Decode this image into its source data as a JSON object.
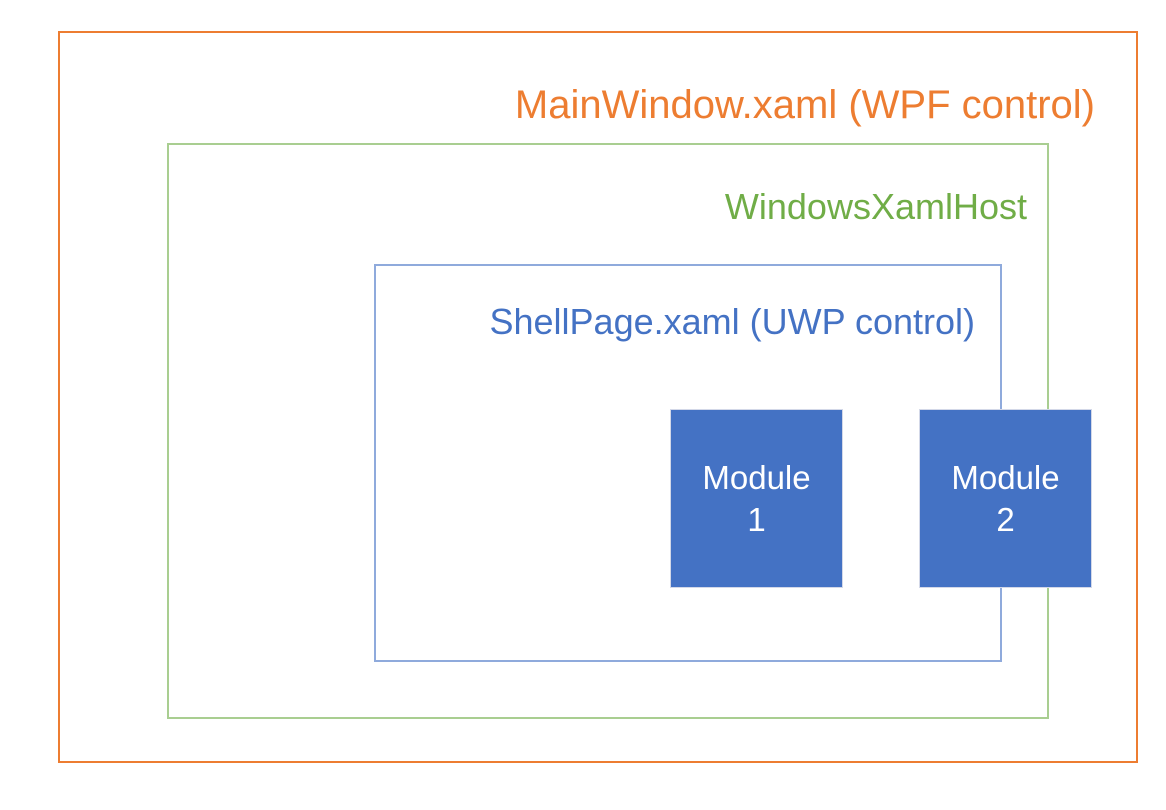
{
  "diagram": {
    "type": "nested-container-diagram",
    "background_color": "#FFFFFF",
    "containers": [
      {
        "id": "outer",
        "label": "MainWindow.xaml (WPF control)",
        "border_color": "#ED7D31",
        "text_color": "#ED7D31"
      },
      {
        "id": "middle",
        "label": "WindowsXamlHost",
        "border_color": "#A9CE91",
        "text_color": "#70AD47"
      },
      {
        "id": "inner",
        "label": "ShellPage.xaml (UWP control)",
        "border_color": "#8FAADC",
        "text_color": "#4472C4"
      }
    ],
    "modules": [
      {
        "id": "module-1",
        "name_line": "Module",
        "number_line": "1",
        "fill_color": "#4472C4",
        "text_color": "#FFFFFF"
      },
      {
        "id": "module-2",
        "name_line": "Module",
        "number_line": "2",
        "fill_color": "#4472C4",
        "text_color": "#FFFFFF"
      }
    ]
  }
}
